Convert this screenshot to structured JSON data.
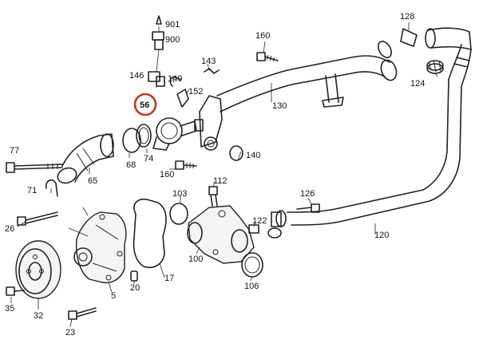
{
  "diagram": {
    "highlight_color": "#c0392b",
    "highlighted_label": "56",
    "labels": {
      "p901": "901",
      "p900": "900",
      "p160a": "160",
      "p128": "128",
      "p143": "143",
      "p146": "146",
      "p149": "149",
      "p152": "152",
      "p124": "124",
      "p130": "130",
      "p77": "77",
      "p68": "68",
      "p74": "74",
      "p140": "140",
      "p65": "65",
      "p160b": "160",
      "p71": "71",
      "p112": "112",
      "p103": "103",
      "p126": "126",
      "p26": "26",
      "p122": "122",
      "p120": "120",
      "p100": "100",
      "p17": "17",
      "p35": "35",
      "p20": "20",
      "p106": "106",
      "p32": "32",
      "p5": "5",
      "p23": "23"
    }
  }
}
